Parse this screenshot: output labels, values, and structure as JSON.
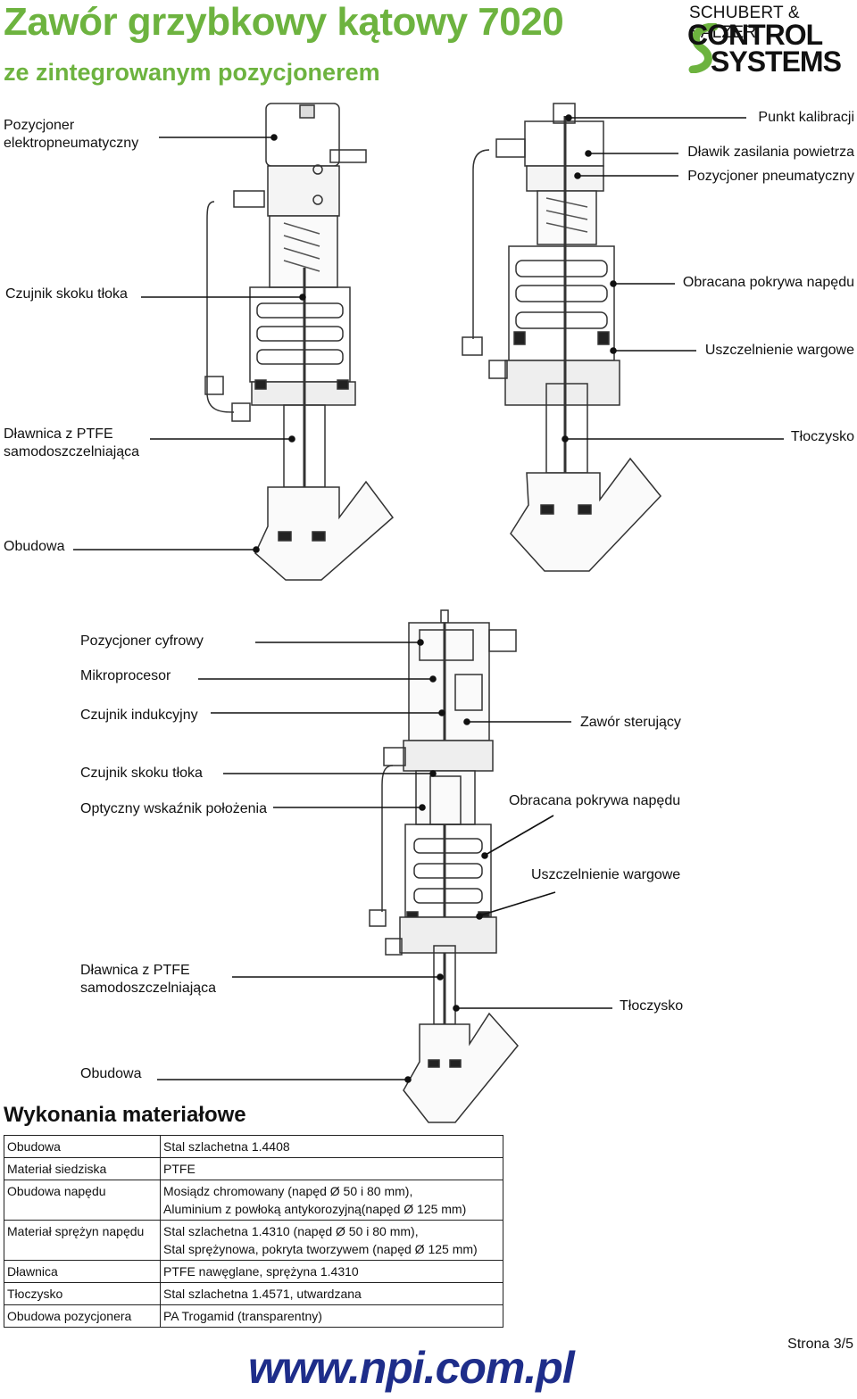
{
  "header": {
    "title": "Zawór grzybkowy kątowy 7020",
    "subtitle": "ze zintegrowanym pozycjonerem"
  },
  "logo": {
    "line1": "SCHUBERT & SALZER",
    "line2": "CONTROL",
    "line3": "SYSTEMS"
  },
  "diagram1": {
    "label_positioner": "Pozycjoner\nelektropneumatyczny",
    "label_stroke_sensor": "Czujnik skoku tłoka",
    "label_gland": "Dławnica z PTFE\nsamodoszczelniająca",
    "label_body": "Obudowa"
  },
  "diagram2": {
    "label_calibration": "Punkt kalibracji",
    "label_air_throttle": "Dławik zasilania powietrza",
    "label_pneumatic_positioner": "Pozycjoner pneumatyczny",
    "label_rotating_cover": "Obracana pokrywa napędu",
    "label_lip_seal": "Uszczelnienie wargowe",
    "label_stem": "Tłoczysko"
  },
  "diagram3": {
    "label_digital_positioner": "Pozycjoner cyfrowy",
    "label_microprocessor": "Mikroprocesor",
    "label_inductive_sensor": "Czujnik indukcyjny",
    "label_control_valve": "Zawór sterujący",
    "label_stroke_sensor": "Czujnik skoku tłoka",
    "label_optical_indicator": "Optyczny wskaźnik położenia",
    "label_rotating_cover": "Obracana pokrywa napędu",
    "label_lip_seal": "Uszczelnienie wargowe",
    "label_gland": "Dławnica z PTFE\nsamodoszczelniająca",
    "label_stem": "Tłoczysko",
    "label_body": "Obudowa"
  },
  "materials": {
    "heading": "Wykonania materiałowe",
    "rows": [
      {
        "key": "Obudowa",
        "value": "Stal szlachetna 1.4408"
      },
      {
        "key": "Materiał siedziska",
        "value": "PTFE"
      },
      {
        "key": "Obudowa napędu",
        "value": "Mosiądz chromowany (napęd Ø 50 i 80 mm),\nAluminium z powłoką antykorozyjną(napęd Ø 125 mm)"
      },
      {
        "key": "Materiał sprężyn napędu",
        "value": "Stal szlachetna 1.4310 (napęd Ø 50 i 80 mm),\nStal sprężynowa, pokryta tworzywem (napęd Ø 125 mm)"
      },
      {
        "key": "Dławnica",
        "value": "PTFE nawęglane, sprężyna 1.4310"
      },
      {
        "key": "Tłoczysko",
        "value": "Stal szlachetna 1.4571, utwardzana"
      },
      {
        "key": "Obudowa pozycjonera",
        "value": "PA Trogamid (transparentny)"
      }
    ]
  },
  "footer": {
    "page": "Strona 3/5",
    "url": "www.npi.com.pl"
  },
  "colors": {
    "title_green": "#6db33f",
    "url_blue": "#1e2d8a"
  }
}
